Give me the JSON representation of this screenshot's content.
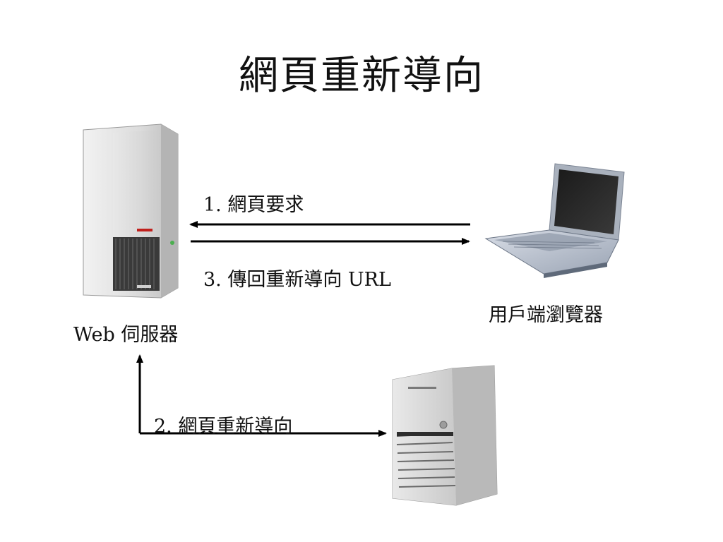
{
  "title": "網頁重新導向",
  "nodes": {
    "web_server": "Web 伺服器",
    "client_browser": "用戶端瀏覽器"
  },
  "edges": {
    "step1": "1.  網頁要求",
    "step2": "2.  網頁重新導向",
    "step3": "3.  傳回重新導向 URL"
  },
  "colors": {
    "brand_red": "#c0201c",
    "arrow": "#000000"
  }
}
